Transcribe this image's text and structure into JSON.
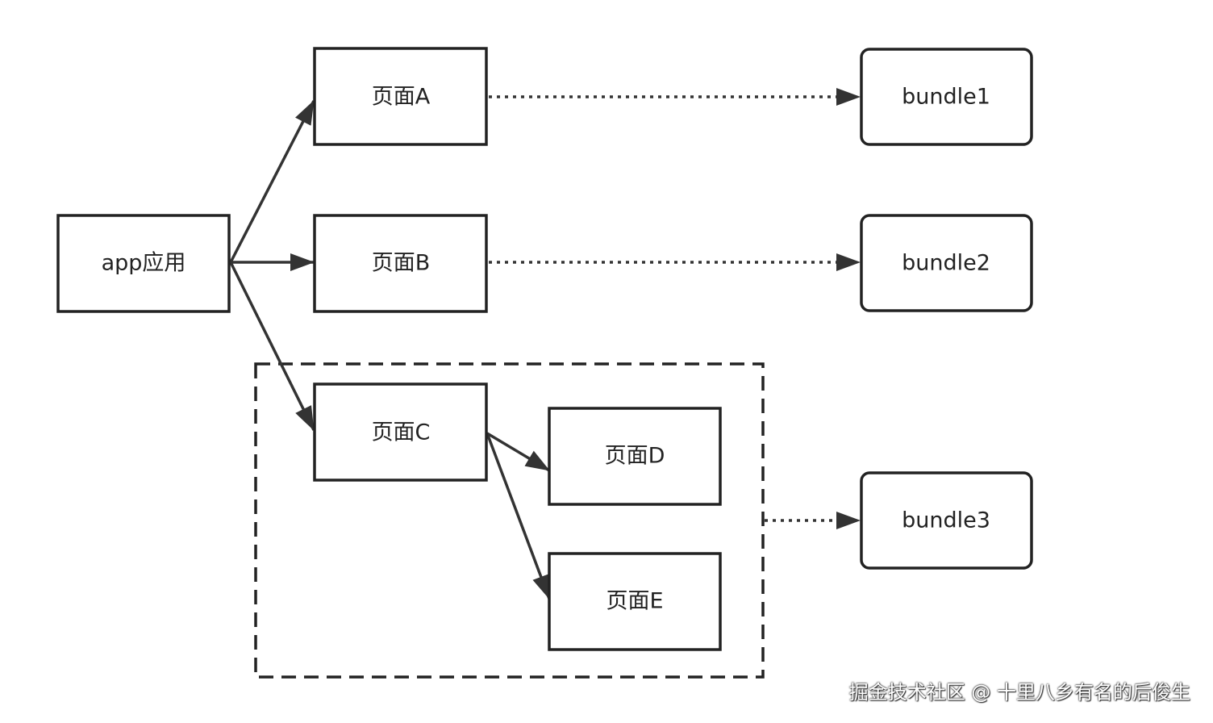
{
  "nodes": {
    "app": "app应用",
    "page_a": "页面A",
    "page_b": "页面B",
    "page_c": "页面C",
    "page_d": "页面D",
    "page_e": "页面E",
    "bundle1": "bundle1",
    "bundle2": "bundle2",
    "bundle3": "bundle3"
  },
  "watermark": "掘金技术社区 @ 十里八乡有名的后俊生"
}
